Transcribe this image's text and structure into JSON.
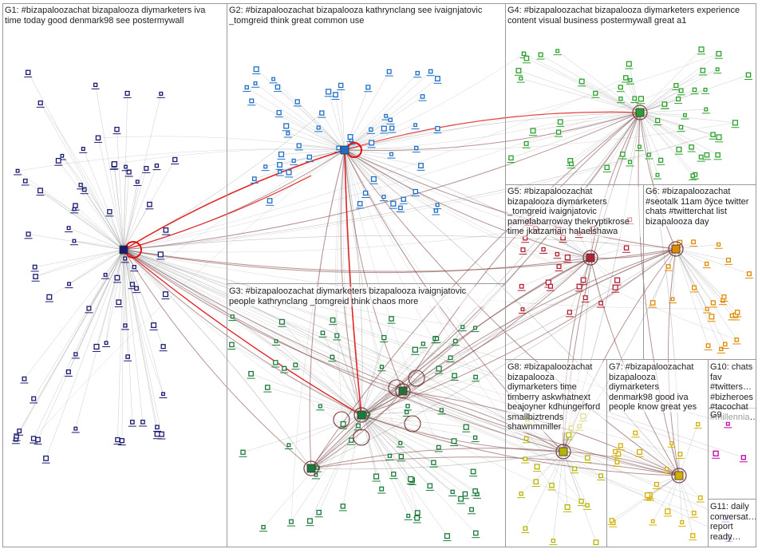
{
  "groups": [
    {
      "id": "G1",
      "label": "G1: #bizapaloozachat bizapalooza diymarketers iva\ntime today good denmark98 see postermywall",
      "color": "#1a1a6e"
    },
    {
      "id": "G2",
      "label": "G2: #bizapaloozachat bizapalooza kathrynclang see ivaignjatovic\n_tomgreid think great common use",
      "color": "#1f6fc4"
    },
    {
      "id": "G3",
      "label": "G3: #bizapaloozachat diymarketers bizapalooza ivaignjatovic\npeople kathrynclang _tomgreid think chaos more",
      "color": "#1a7a3a"
    },
    {
      "id": "G4",
      "label": "G4: #bizapaloozachat bizapalooza diymarketers experience\ncontent visual business postermywall great a1",
      "color": "#2ca02c"
    },
    {
      "id": "G5",
      "label": "G5: #bizapaloozachat\nbizapalooza diymarketers\n_tomgreid ivaignjatovic\npamelabarroway thekryptikrose\ntime jkatzaman halaelshawa",
      "color": "#b22234"
    },
    {
      "id": "G6",
      "label": "G6: #bizapaloozachat\n#seotalk 11am ðÿce twitter\nchats #twitterchat list\nbizapalooza day",
      "color": "#e08a00"
    },
    {
      "id": "G7",
      "label": "G7: #bizapaloozachat\nbizapalooza\ndiymarketers\ndenmark98 good iva\npeople know great yes",
      "color": "#d4b000"
    },
    {
      "id": "G8",
      "label": "G8: #bizapaloozachat\nbizapalooza\ndiymarketers time\ntimberry askwhatnext\nbeajoyner kdhungerford\nsmallbiztrends\nshawnmmiller",
      "color": "#b5b500"
    },
    {
      "id": "G9",
      "label": "G9",
      "color": "#c000a0"
    },
    {
      "id": "G10",
      "label": "G10: chats\nfav\n#twitters…\n#bizheroes\n#tacochat\n#millennia…",
      "color": "#444444"
    },
    {
      "id": "G11",
      "label": "G11: daily\nconversat…\nreport\nready…",
      "color": "#9a50c0"
    }
  ],
  "colors": {
    "edge": "#8c8c8c",
    "edge_strong": "#7a3b3b",
    "highlight": "#e01010",
    "box_border": "#9a9a9a"
  }
}
